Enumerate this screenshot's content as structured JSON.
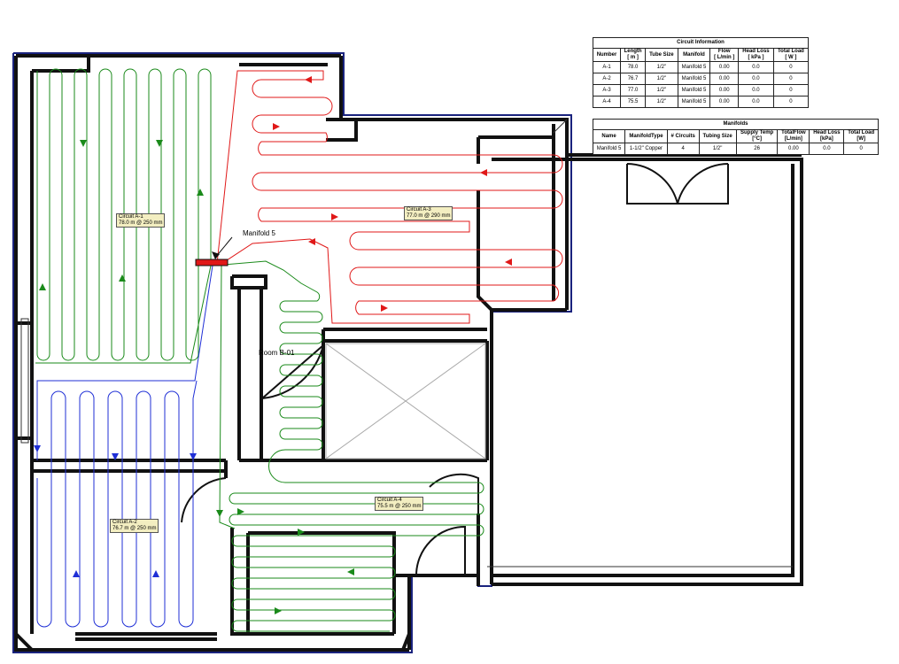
{
  "circuit_table": {
    "title": "Circuit Information",
    "headers": [
      "Number",
      "Length\n[ m ]",
      "Tube Size",
      "Manifold",
      "Flow\n[ L/min ]",
      "Head Loss\n[ kPa ]",
      "Total Load\n[ W ]"
    ],
    "rows": [
      [
        "A-1",
        "78.0",
        "1/2\"",
        "Manifold 5",
        "0.00",
        "0.0",
        "0"
      ],
      [
        "A-2",
        "76.7",
        "1/2\"",
        "Manifold 5",
        "0.00",
        "0.0",
        "0"
      ],
      [
        "A-3",
        "77.0",
        "1/2\"",
        "Manifold 5",
        "0.00",
        "0.0",
        "0"
      ],
      [
        "A-4",
        "75.5",
        "1/2\"",
        "Manifold 5",
        "0.00",
        "0.0",
        "0"
      ]
    ]
  },
  "manifold_table": {
    "title": "Manifolds",
    "headers": [
      "Name",
      "ManifoldType",
      "# Circuits",
      "Tubing Size",
      "Supply Temp\n[°C]",
      "TotalFlow\n[L/min]",
      "Head Loss\n[kPa]",
      "Total Load\n[W]"
    ],
    "rows": [
      [
        "Manifold 5",
        "1-1/2\" Copper",
        "4",
        "1/2\"",
        "26",
        "0.00",
        "0.0",
        "0"
      ]
    ]
  },
  "labels": {
    "manifold": "Manifold 5",
    "room": "Room B-01"
  },
  "circuits": [
    {
      "id": "A-1",
      "name": "Circuit A-1",
      "spec": "78.0 m @ 250 mm",
      "color": "#1a8a1a"
    },
    {
      "id": "A-2",
      "name": "Circuit A-2",
      "spec": "76.7 m @ 250 mm",
      "color": "#1f2fd6"
    },
    {
      "id": "A-3",
      "name": "Circuit A-3",
      "spec": "77.0 m @ 290 mm",
      "color": "#e01818"
    },
    {
      "id": "A-4",
      "name": "Circuit A-4",
      "spec": "75.5 m @ 250 mm",
      "color": "#1a8a1a"
    }
  ],
  "colors": {
    "wall": "#111111",
    "outline": "#1a237e",
    "manifold": "#e01818",
    "tag_bg": "#f3eec1"
  }
}
